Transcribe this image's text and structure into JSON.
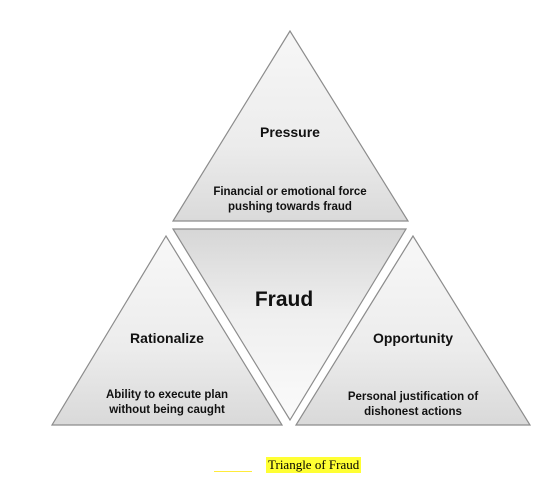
{
  "diagram": {
    "top": {
      "title": "Pressure",
      "desc_line1": "Financial or emotional force",
      "desc_line2": "pushing towards fraud"
    },
    "center": {
      "title": "Fraud"
    },
    "left": {
      "title": "Rationalize",
      "desc_line1": "Ability to execute plan",
      "desc_line2": "without being caught"
    },
    "right": {
      "title": "Opportunity",
      "desc_line1": "Personal justification of",
      "desc_line2": "dishonest actions"
    },
    "colors": {
      "fill_light": "#fafafa",
      "fill_dark": "#dcdcdc",
      "stroke": "#8c8c8c",
      "caption_highlight": "#ffff33"
    }
  },
  "caption": {
    "text": "Triangle of Fraud"
  }
}
